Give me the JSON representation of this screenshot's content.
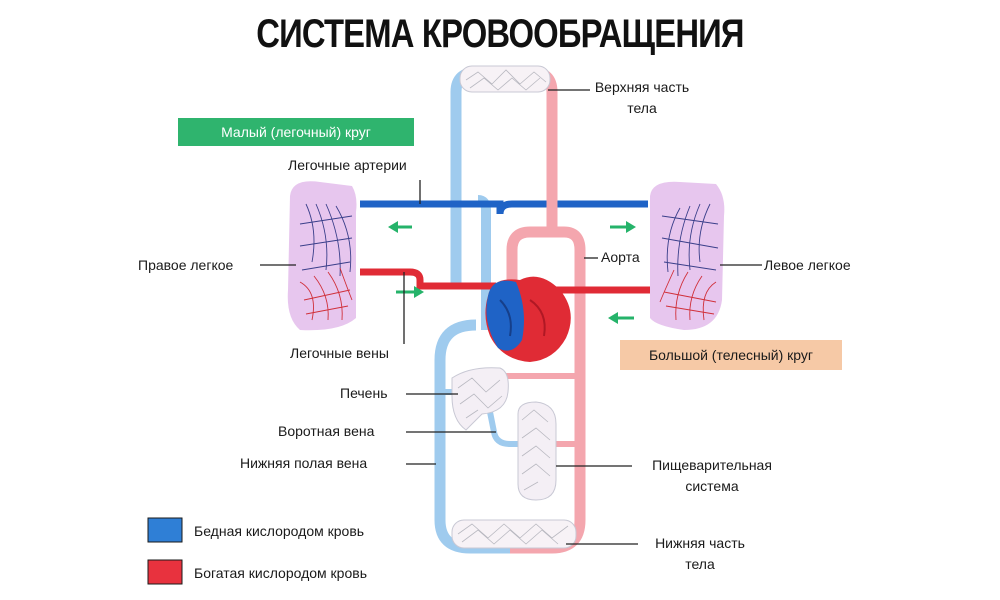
{
  "title": "СИСТЕМА КРОВООБРАЩЕНИЯ",
  "badges": {
    "pulmonary": "Малый (легочный) круг",
    "systemic": "Большой (телесный) круг"
  },
  "labels": {
    "upper_body_1": "Верхняя часть",
    "upper_body_2": "тела",
    "pulmonary_arteries": "Легочные артерии",
    "aorta": "Аорта",
    "right_lung": "Правое легкое",
    "left_lung": "Левое легкое",
    "pulmonary_veins": "Легочные вены",
    "liver": "Печень",
    "portal_vein": "Воротная вена",
    "inferior_vena_cava": "Нижняя полая вена",
    "digestive_1": "Пищеварительная",
    "digestive_2": "система",
    "lower_body_1": "Нижняя часть",
    "lower_body_2": "тела"
  },
  "legend": [
    {
      "label": "Бедная кислородом кровь",
      "color": "#2f7fd6"
    },
    {
      "label": "Богатая кислородом кровь",
      "color": "#e8323e"
    }
  ],
  "colors": {
    "deoxygenated_vessel": "#9fcbee",
    "oxygenated_vessel": "#f4a6ae",
    "deoxygenated_strong": "#1f63c6",
    "oxygenated_strong": "#e02b35",
    "pulmonary_badge": "#2fb46e",
    "systemic_badge": "#f6c9a6",
    "lung_fill": "#e7c6ee",
    "arrow": "#25b36a"
  }
}
